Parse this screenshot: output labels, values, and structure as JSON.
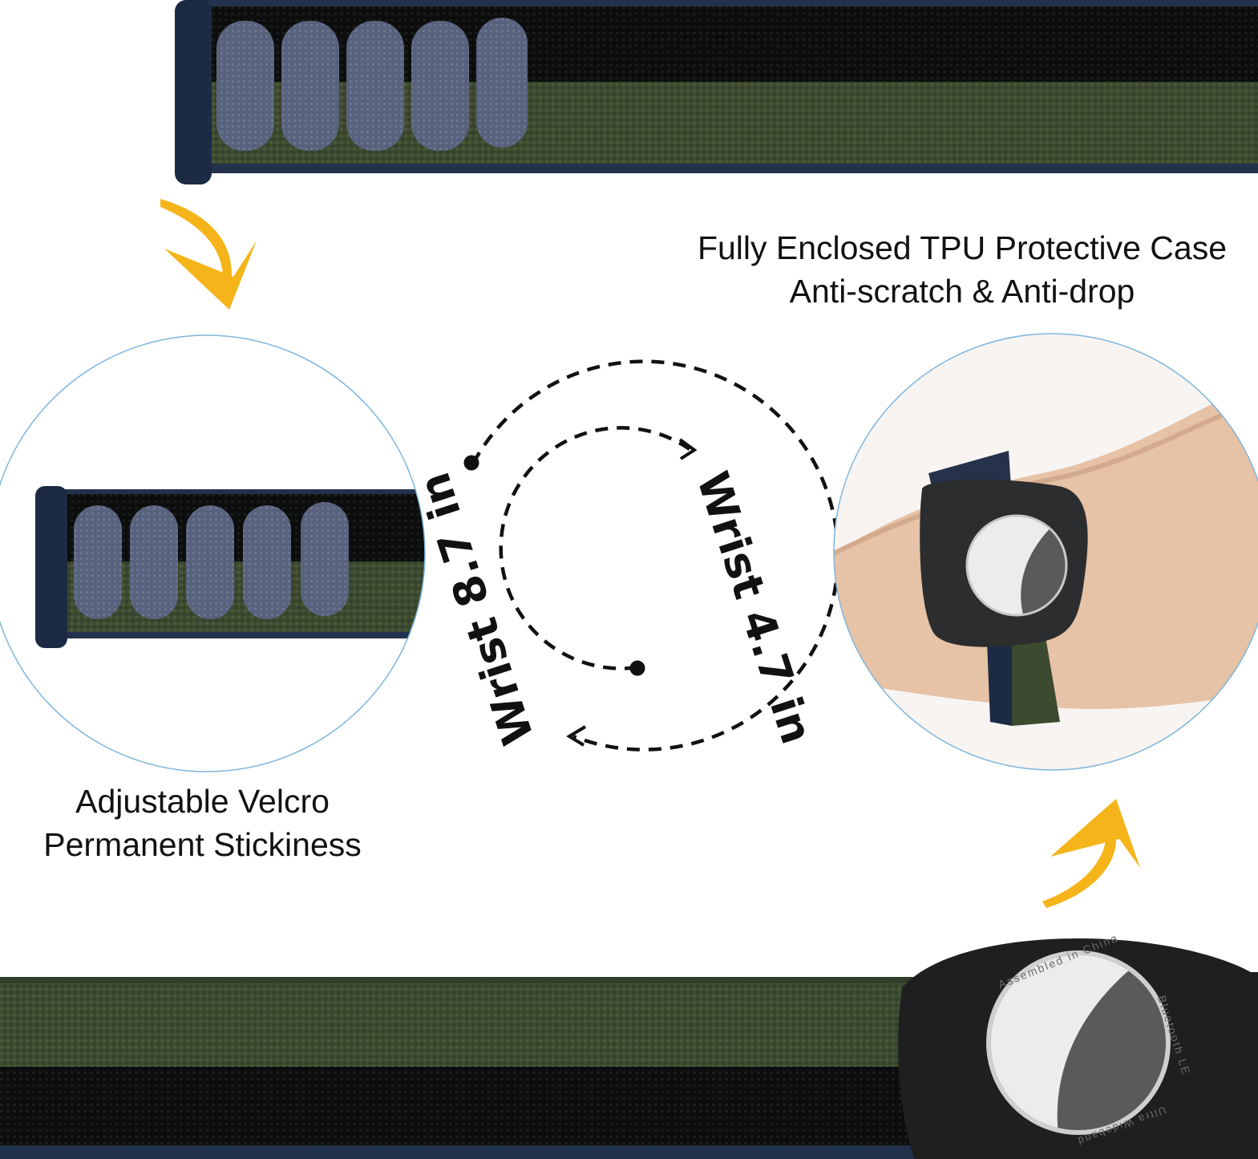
{
  "captions": {
    "case_line1": "Fully Enclosed TPU Protective Case",
    "case_line2": "Anti-scratch & Anti-drop",
    "velcro_line1": "Adjustable Velcro",
    "velcro_line2": "Permanent Stickiness"
  },
  "size_ring": {
    "inner_label": "Wrist 4.7 in",
    "outer_label": "Wrist 8.7 in"
  },
  "airtag_print": {
    "top": "Assembled in China",
    "side": "Bluetooth LE",
    "bottom": "Ultra Wideband"
  },
  "colors": {
    "strap_green": "#3c4a30",
    "strap_black": "#0c0d0d",
    "strap_edge": "#22314c",
    "velcro_pad": "#58627d",
    "arrow_yellow": "#f5b41a",
    "circle_outline": "#7fb6dd",
    "case_dark": "#1e1f1f",
    "skin": "#e6c2a6"
  },
  "icons": [
    "curved-arrow-down-icon",
    "curved-arrow-up-icon",
    "size-cycle-icon"
  ]
}
